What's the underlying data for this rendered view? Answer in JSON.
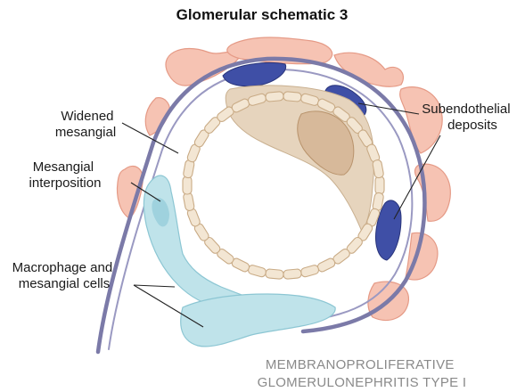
{
  "title": "Glomerular schematic 3",
  "labels": {
    "widened_mesangial": [
      "Widened",
      "mesangial"
    ],
    "mesangial_interposition": [
      "Mesangial",
      "interposition"
    ],
    "macrophage_mesangial": [
      "Macrophage and",
      "mesangial cells"
    ],
    "subendothelial_deposits": [
      "Subendothelial",
      "deposits"
    ]
  },
  "footer": [
    "MEMBRANOPROLIFERATIVE",
    "GLOMERULONEPHRITIS TYPE I"
  ],
  "colors": {
    "podocyte": "#f6c3b3",
    "podocyte_edge": "#e59a86",
    "basement_membrane": "#7b7aa8",
    "deposit": "#3f4fa6",
    "endothelial_cell": "#e6d4bd",
    "endothelial_nucleus": "#d7b99a",
    "mesangial": "#bfe3ea",
    "mesangial_edge": "#8cc6d3"
  }
}
